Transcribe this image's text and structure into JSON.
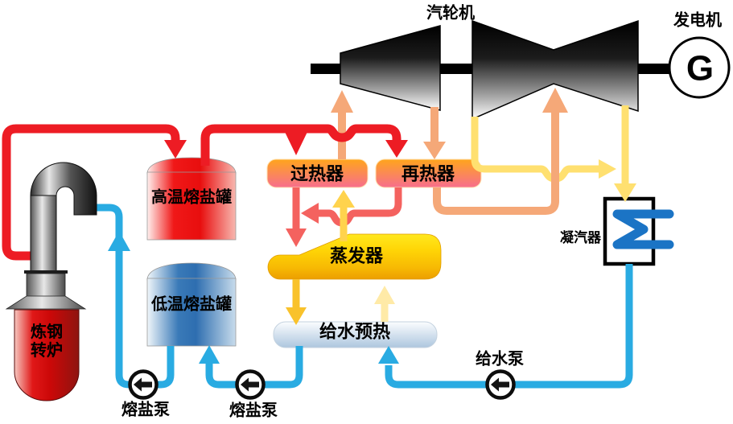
{
  "diagram": {
    "turbine": {
      "label": "汽轮机"
    },
    "generator": {
      "label": "发电机",
      "symbol": "G"
    },
    "superheater": {
      "label": "过热器"
    },
    "reheater": {
      "label": "再热器"
    },
    "evaporator": {
      "label": "蒸发器"
    },
    "feedwater_preheater": {
      "label": "给水预热"
    },
    "condenser": {
      "label": "凝汽器"
    },
    "hot_salt_tank": {
      "label": "高温熔盐罐"
    },
    "cold_salt_tank": {
      "label": "低温熔盐罐"
    },
    "converter": {
      "label_line1": "炼钢",
      "label_line2": "转炉"
    },
    "salt_pump_left": {
      "label": "熔盐泵"
    },
    "salt_pump_middle": {
      "label": "熔盐泵"
    },
    "feedwater_pump": {
      "label": "给水泵"
    }
  },
  "colors": {
    "hot_salt": "#ED1C24",
    "cooled_salt": "#F4625F",
    "hot_steam": "#F5A878",
    "evap_steam": "#FFD34D",
    "salt_to_preheater": "#F9C22B",
    "exhaust_steam": "#FFE070",
    "preheated_water": "#FFEAA7",
    "condensate_water": "#29ABE2",
    "condenser_coil": "#1B74C5"
  }
}
